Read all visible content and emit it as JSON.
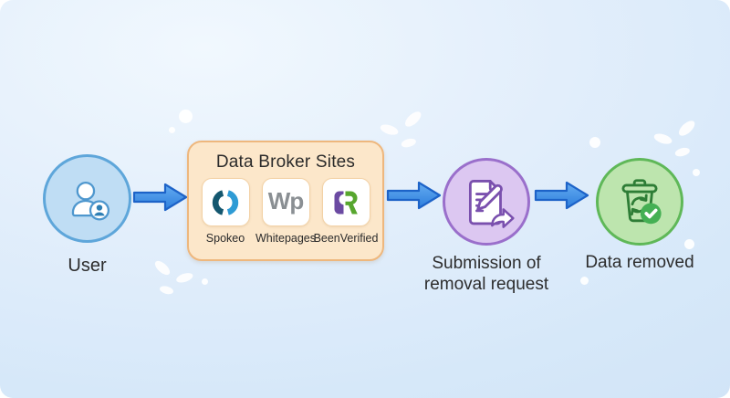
{
  "flow": {
    "user": {
      "label": "User",
      "icon": "user-icon"
    },
    "broker_box": {
      "title": "Data Broker Sites",
      "sites": [
        {
          "name": "Spokeo",
          "icon": "spokeo-logo-icon"
        },
        {
          "name": "Whitepages",
          "icon": "whitepages-logo-icon",
          "logo_text": "Wp"
        },
        {
          "name": "BeenVerified",
          "icon": "beenverified-logo-icon"
        }
      ]
    },
    "submission": {
      "line1": "Submission of",
      "line2": "removal request",
      "icon": "document-pen-share-icon"
    },
    "removed": {
      "label": "Data removed",
      "icon": "trash-recycle-check-icon"
    }
  },
  "colors": {
    "background_light": "#f1f8fe",
    "background_dark": "#cfe2f6",
    "arrow_fill_top": "#64acf1",
    "arrow_fill_bottom": "#2e7edc",
    "arrow_stroke": "#1d63c8",
    "user_circle_fill": "#bfddf4",
    "user_circle_border": "#5ea6da",
    "broker_box_fill": "#fce7ca",
    "broker_box_border": "#eeb77d",
    "submission_circle_fill": "#dcc7f1",
    "submission_circle_border": "#9a6fcb",
    "removed_circle_fill": "#bde5ae",
    "removed_circle_border": "#5fb858",
    "spokeo_dark": "#14576f",
    "spokeo_blue": "#2e9bd5",
    "whitepages_gray": "#8a8f93",
    "beenverified_purple": "#6b4aa2",
    "beenverified_green": "#57a62e",
    "submission_icon_stroke": "#7a50ae",
    "removed_icon_stroke": "#2e7d36",
    "check_badge_green": "#45b054",
    "label_text": "#2d2d2d"
  }
}
